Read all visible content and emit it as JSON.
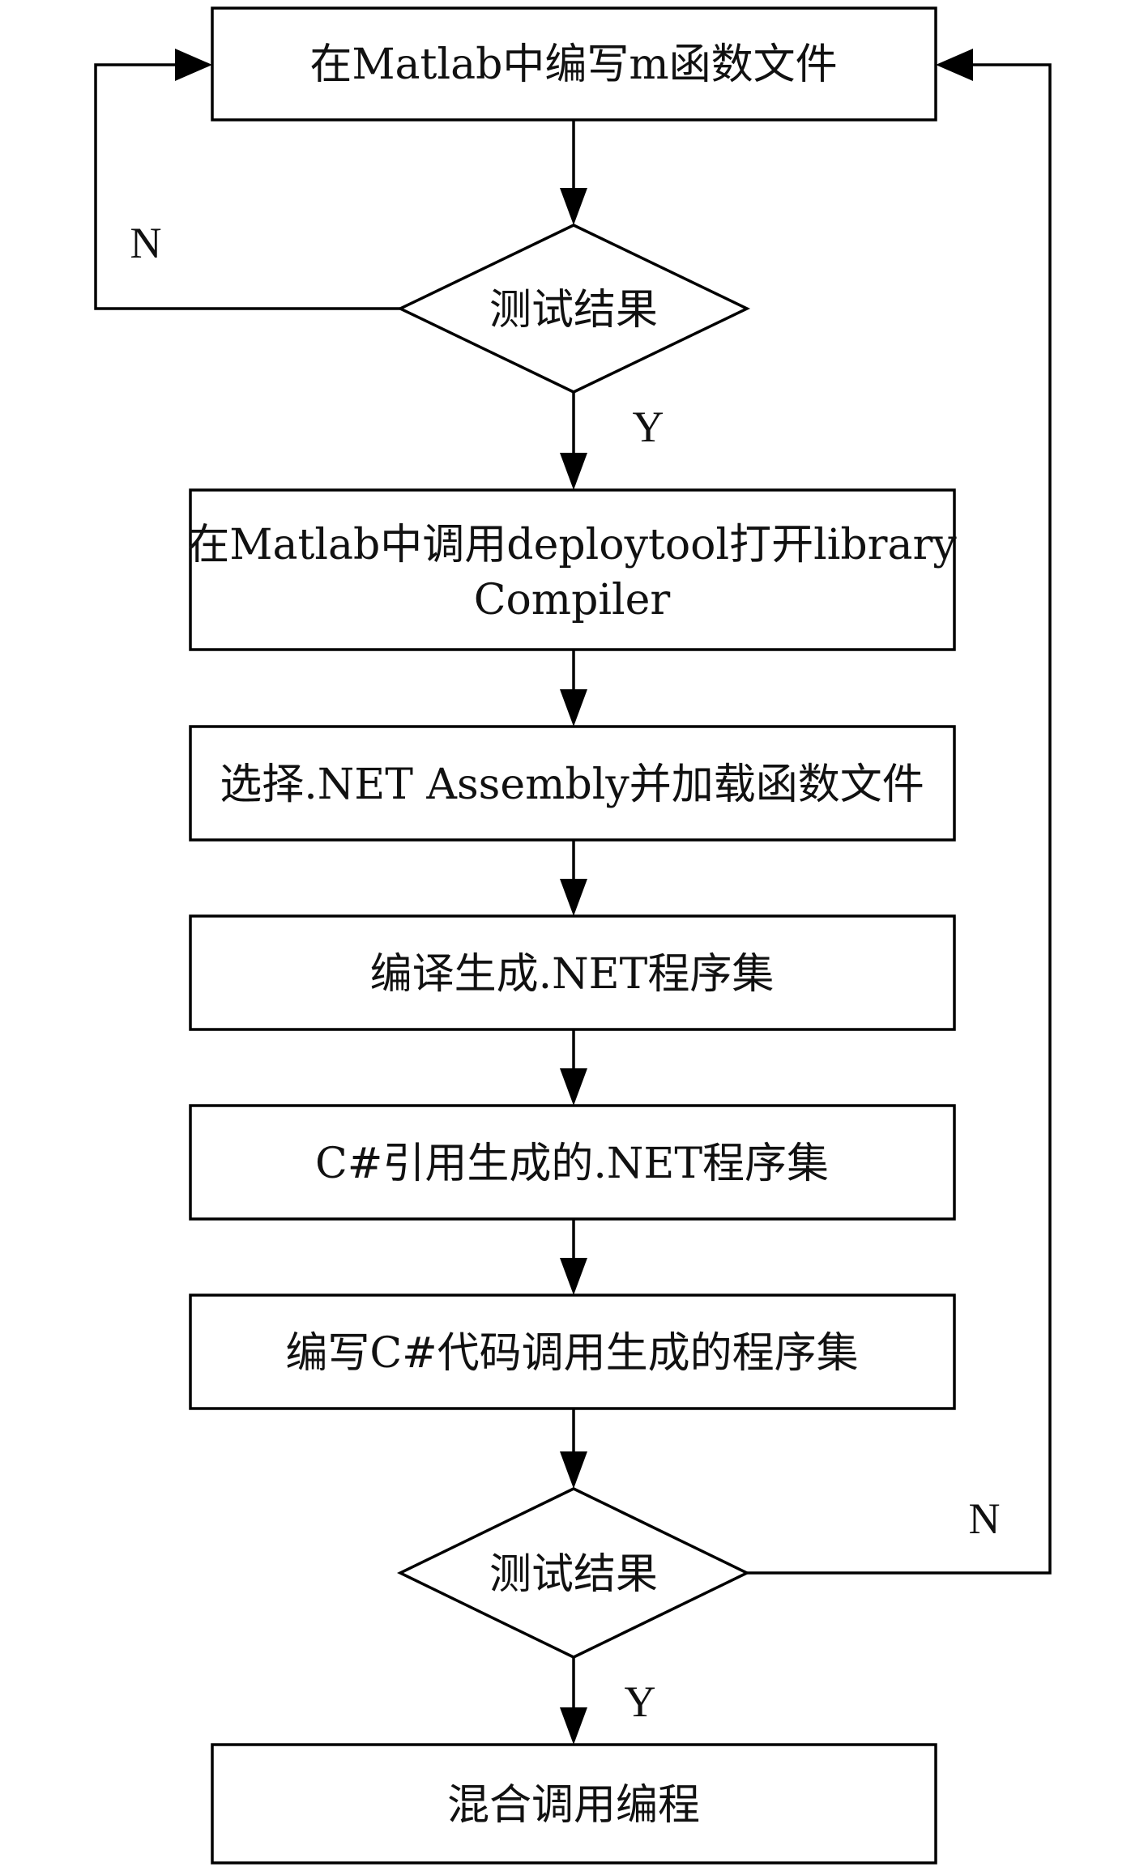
{
  "nodes": {
    "write_m_file": "在Matlab中编写m函数文件",
    "test_1": "测试结果",
    "deploytool_line1": "在Matlab中调用deploytool打开library",
    "deploytool_line2": "Compiler",
    "select_assembly": "选择.NET Assembly并加载函数文件",
    "compile_assembly": "编译生成.NET程序集",
    "reference_assembly": "C#引用生成的.NET程序集",
    "write_csharp": "编写C#代码调用生成的程序集",
    "test_2": "测试结果",
    "mixed_programming": "混合调用编程"
  },
  "branches": {
    "test_1_no": "N",
    "test_1_yes": "Y",
    "test_2_no": "N",
    "test_2_yes": "Y"
  },
  "colors": {
    "stroke": "#000000",
    "text": "#111111",
    "background": "#ffffff"
  }
}
